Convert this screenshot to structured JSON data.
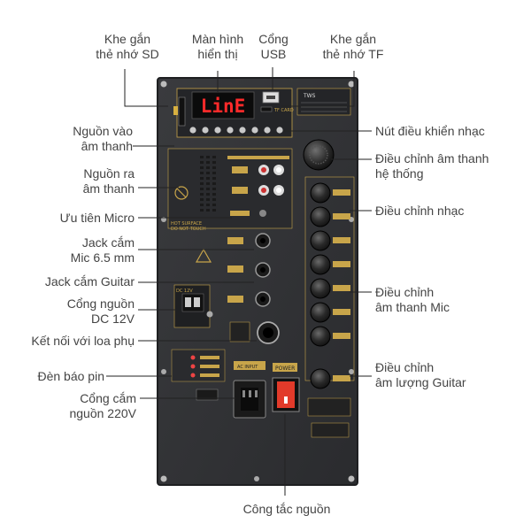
{
  "colors": {
    "panel": "#2f3033",
    "panel_edge": "#1e1f21",
    "accent": "#c8a54a",
    "display_red": "#ff2a2a",
    "power_red": "#e23a2a",
    "label_text": "#444444",
    "line": "#222222"
  },
  "device": {
    "display_text": "LinE",
    "power_label": "POWER",
    "ac_input_label": "AC INPUT",
    "tws_label": "TWS",
    "tf_card_label": "TF CARD",
    "hot_surface_label": "HOT SURFACE",
    "do_not_touch_label": "DO NOT TOUCH",
    "dc_label": "DC 12V",
    "icons": [
      "knob-icon",
      "xlr-jack-icon",
      "warning-triangle-icon",
      "power-switch-icon",
      "ac-socket-icon",
      "usb-port-icon",
      "sd-slot-icon"
    ]
  },
  "labels": {
    "sd_slot": [
      "Khe gắn",
      "thẻ nhớ SD"
    ],
    "display": [
      "Màn hình",
      "hiển thị"
    ],
    "usb": [
      "Cổng",
      "USB"
    ],
    "tf_slot": [
      "Khe gắn",
      "thẻ nhớ TF"
    ],
    "music_control_buttons": [
      "Nút điều khiển nhạc"
    ],
    "audio_in": [
      "Nguồn vào",
      "âm thanh"
    ],
    "system_sound": [
      "Điều chỉnh âm thanh",
      "hệ thống"
    ],
    "audio_out": [
      "Nguồn ra",
      "âm thanh"
    ],
    "music_adjust": [
      "Điều chỉnh nhạc"
    ],
    "mic_priority": [
      "Ưu tiên Micro"
    ],
    "mic_jack": [
      "Jack cắm",
      "Mic 6.5 mm"
    ],
    "guitar_jack": [
      "Jack cắm Guitar"
    ],
    "mic_sound": [
      "Điều chỉnh",
      "âm thanh Mic"
    ],
    "dc_port": [
      "Cổng nguồn",
      "DC 12V"
    ],
    "sub_speaker": [
      "Kết nối với loa phụ"
    ],
    "battery_led": [
      "Đèn báo pin"
    ],
    "guitar_volume": [
      "Điều chỉnh",
      "âm lượng Guitar"
    ],
    "ac_port": [
      "Cổng cắm",
      "nguồn 220V"
    ],
    "power_switch": [
      "Công tắc nguồn"
    ]
  }
}
